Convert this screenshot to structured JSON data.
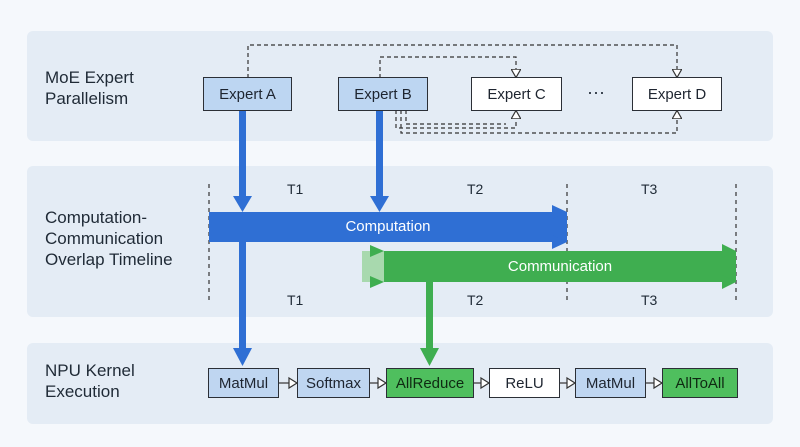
{
  "sections": {
    "moe": "MoE Expert\nParallelism",
    "overlap": "Computation-\nCommunication\nOverlap Timeline",
    "npu": "NPU Kernel\nExecution"
  },
  "experts": {
    "a": "Expert A",
    "b": "Expert B",
    "c": "Expert C",
    "ellipsis": "···",
    "d": "Expert D"
  },
  "timeline": {
    "top_labels": [
      "T1",
      "T2",
      "T3"
    ],
    "bottom_labels": [
      "T1",
      "T2",
      "T3"
    ],
    "computation": "Computation",
    "communication": "Communication"
  },
  "kernels": [
    "MatMul",
    "Softmax",
    "AllReduce",
    "ReLU",
    "MatMul",
    "AllToAll"
  ],
  "colors": {
    "blue": "#2f6fd4",
    "green": "#3fae50",
    "panel": "#e4ecf5"
  }
}
